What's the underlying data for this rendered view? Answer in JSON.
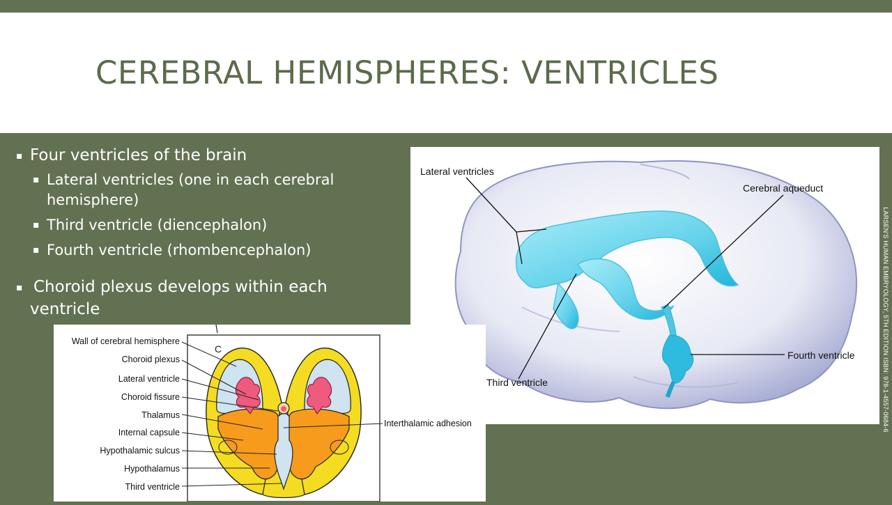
{
  "slide": {
    "title": "CEREBRAL HEMISPHERES: VENTRICLES",
    "colors": {
      "background": "#627152",
      "title": "#5b6b4c",
      "text": "#ffffff"
    }
  },
  "bullets": {
    "b1": "Four ventricles of the brain",
    "b1a_line1": "Lateral ventricles (one in each cerebral",
    "b1a_line2": "hemisphere)",
    "b1b": "Third ventricle (diencephalon)",
    "b1c": "Fourth ventricle (rhombencephalon)",
    "b2_line1": "Choroid plexus develops within each",
    "b2_line2": "ventricle"
  },
  "source_credit": "LARSEN'S HUMAN EMBRYOLOGY, 5TH EDITION ISBN: 978-1-4557-0684-6",
  "brain_figure": {
    "labels": {
      "lateral": "Lateral ventricles",
      "aqueduct": "Cerebral aqueduct",
      "fourth": "Fourth ventricle",
      "third": "Third ventricle"
    }
  },
  "section_figure": {
    "panel_letter": "C",
    "labels": {
      "wall": "Wall of cerebral hemisphere",
      "choroid_plexus": "Choroid plexus",
      "lateral_ventricle": "Lateral ventricle",
      "choroid_fissure": "Choroid fissure",
      "thalamus": "Thalamus",
      "internal_capsule": "Internal capsule",
      "hypothalamic_sulcus": "Hypothalamic sulcus",
      "hypothalamus": "Hypothalamus",
      "third_ventricle": "Third ventricle",
      "interthalamic": "Interthalamic adhesion"
    }
  }
}
